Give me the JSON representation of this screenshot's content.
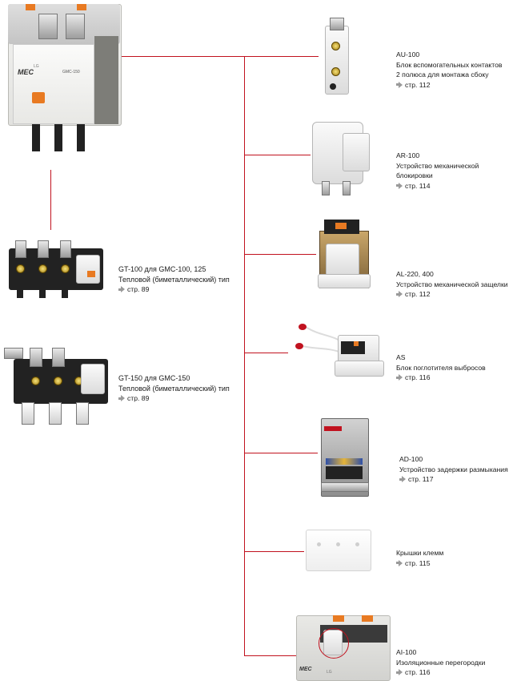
{
  "main_unit": {
    "brand": "MEC",
    "logo": "LG",
    "model": "GMC-150"
  },
  "overload_relays": [
    {
      "code": "GT-100 для GMC-100, 125",
      "desc": "Тепловой (биметаллический) тип",
      "page": "стр. 89"
    },
    {
      "code": "GT-150 для GMC-150",
      "desc": "Тепловой (биметаллический) тип",
      "page": "стр. 89"
    }
  ],
  "accessories": [
    {
      "code": "AU-100",
      "desc": "Блок вспомогательных контактов",
      "desc2": "2 полюса для монтажа сбоку",
      "page": "стр. 112"
    },
    {
      "code": "AR-100",
      "desc": "Устройство механической",
      "desc2": "блокировки",
      "page": "стр. 114"
    },
    {
      "code": "AL-220, 400",
      "desc": "Устройство механической защелки",
      "desc2": "",
      "page": "стр. 112"
    },
    {
      "code": "AS",
      "desc": "Блок поглотителя выбросов",
      "desc2": "",
      "page": "стр. 116"
    },
    {
      "code": "AD-100",
      "desc": "Устройство задержки размыкания",
      "desc2": "",
      "page": "стр. 117"
    },
    {
      "code": "Крышки клемм",
      "desc": "",
      "desc2": "",
      "page": "стр. 115"
    },
    {
      "code": "AI-100",
      "desc": "Изоляционные перегородки",
      "desc2": "",
      "page": "стр. 116"
    }
  ],
  "ai_unit": {
    "brand": "MEC",
    "logo": "LG"
  },
  "colors": {
    "connector": "#c1121f",
    "arrow": "#9a9a9a",
    "accent": "#e87a22"
  }
}
